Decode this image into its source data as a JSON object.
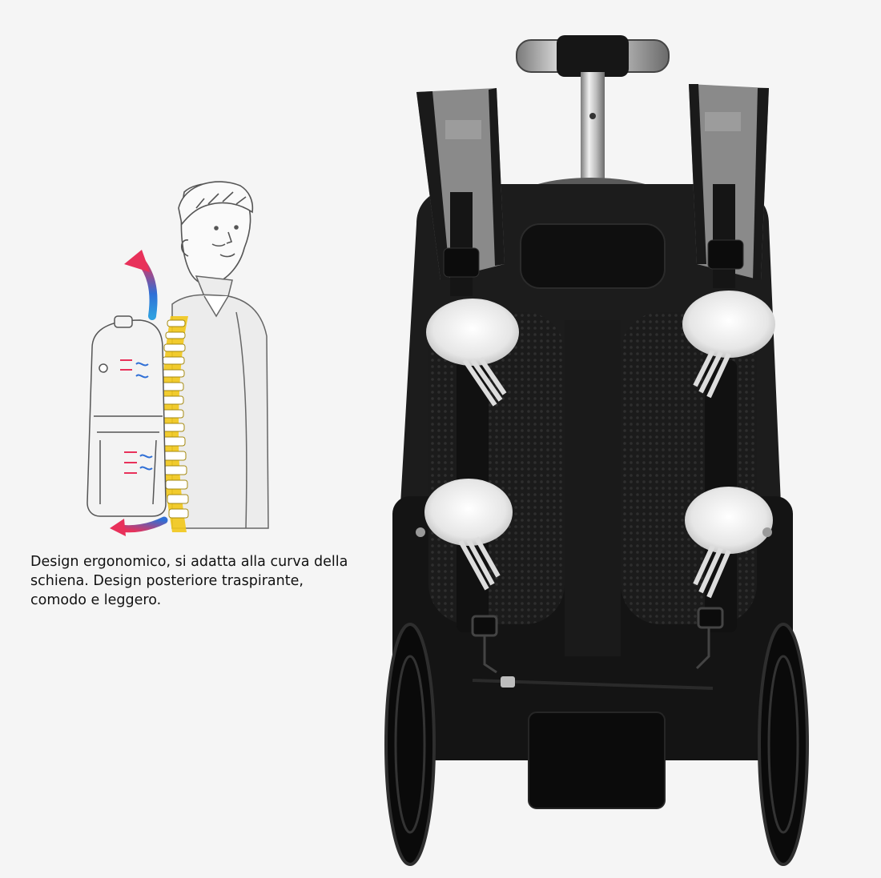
{
  "caption": {
    "lines": [
      "Design ergonomico, si adatta alla curva della",
      "schiena. Design posteriore traspirante,",
      "comodo e leggero."
    ]
  },
  "colors": {
    "background": "#f5f5f5",
    "arrow_red": "#e8315a",
    "arrow_blue": "#2f6fd6",
    "spine_yellow": "#f2c81a",
    "bag_black": "#151515",
    "strap_grey": "#8a8a8a"
  },
  "icons": {
    "airflow": "airflow-cloud-icon",
    "person": "person-illustration",
    "product": "rolling-backpack-illustration"
  }
}
